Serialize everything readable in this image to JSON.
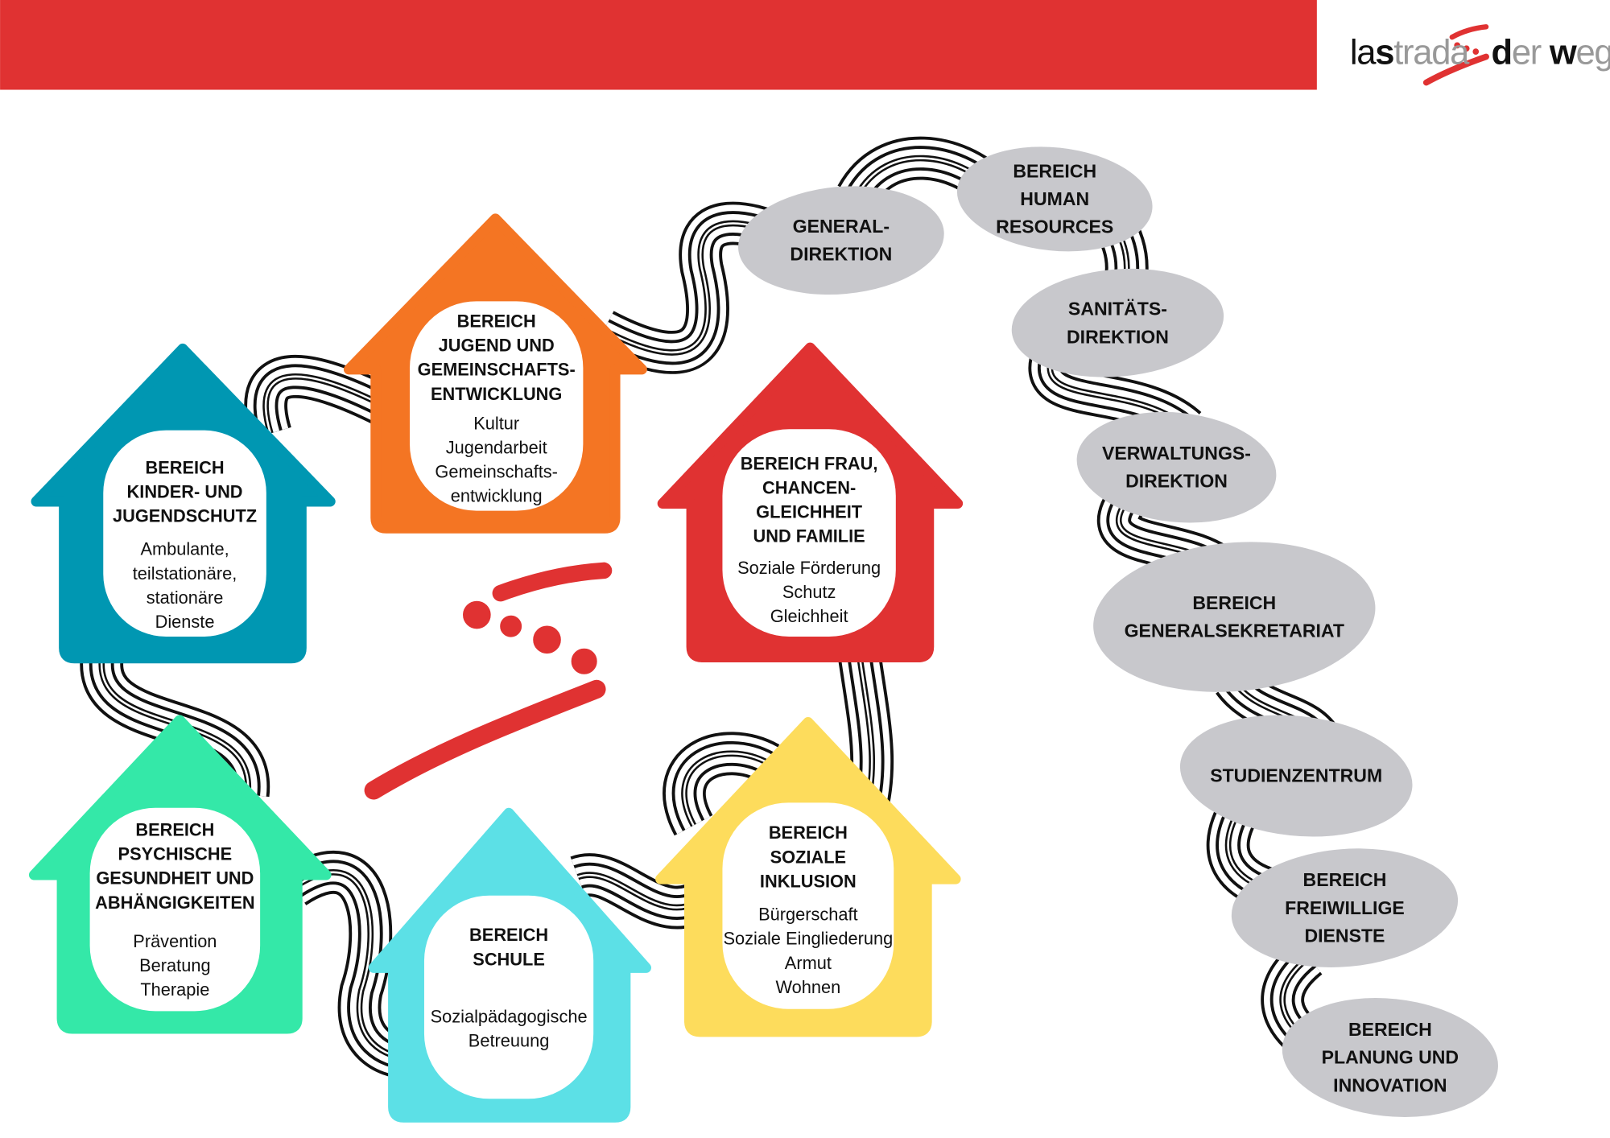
{
  "header": {
    "bar_color": "#e03232",
    "logo": {
      "part1": "la",
      "part2": "s",
      "part3": "trada",
      "part4": "d",
      "part5": "er ",
      "part6": "w",
      "part7": "eg"
    }
  },
  "houses": [
    {
      "id": "kinder-jugendschutz",
      "color": "#0097b2",
      "title": [
        "BEREICH",
        "KINDER- UND",
        "JUGENDSCHUTZ"
      ],
      "items": [
        "Ambulante,",
        "teilstationäre,",
        "stationäre",
        "Dienste"
      ]
    },
    {
      "id": "jugend-gemeinschaft",
      "color": "#f47523",
      "title": [
        "BEREICH",
        "JUGEND UND",
        "GEMEINSCHAFTS-",
        "ENTWICKLUNG"
      ],
      "items": [
        "Kultur",
        "Jugendarbeit",
        "Gemeinschafts-",
        "entwicklung"
      ]
    },
    {
      "id": "frau-chancengleichheit",
      "color": "#e03232",
      "title": [
        "BEREICH FRAU,",
        "CHANCEN-",
        "GLEICHHEIT",
        "UND FAMILIE"
      ],
      "items": [
        "Soziale Förderung",
        "Schutz",
        "Gleichheit"
      ]
    },
    {
      "id": "psychische-gesundheit",
      "color": "#34e8a8",
      "title": [
        "BEREICH",
        "PSYCHISCHE",
        "GESUNDHEIT UND",
        "ABHÄNGIGKEITEN"
      ],
      "items": [
        "Prävention",
        "Beratung",
        "Therapie"
      ]
    },
    {
      "id": "schule",
      "color": "#5ce0e6",
      "title": [
        "BEREICH",
        "SCHULE"
      ],
      "items": [
        "Sozialpädagogische",
        "Betreuung"
      ]
    },
    {
      "id": "soziale-inklusion",
      "color": "#fddc5c",
      "title": [
        "BEREICH",
        "SOZIALE",
        "INKLUSION"
      ],
      "items": [
        "Bürgerschaft",
        "Soziale Eingliederung",
        "Armut",
        "Wohnen"
      ]
    }
  ],
  "stones": [
    {
      "id": "generaldirektion",
      "lines": [
        "GENERAL-",
        "DIREKTION"
      ]
    },
    {
      "id": "human-resources",
      "lines": [
        "BEREICH",
        "HUMAN",
        "RESOURCES"
      ]
    },
    {
      "id": "sanitaetsdirektion",
      "lines": [
        "SANITÄTS-",
        "DIREKTION"
      ]
    },
    {
      "id": "verwaltungsdirektion",
      "lines": [
        "VERWALTUNGS-",
        "DIREKTION"
      ]
    },
    {
      "id": "generalsekretariat",
      "lines": [
        "BEREICH",
        "GENERALSEKRETARIAT"
      ]
    },
    {
      "id": "studienzentrum",
      "lines": [
        "STUDIENZENTRUM"
      ]
    },
    {
      "id": "freiwillige-dienste",
      "lines": [
        "BEREICH",
        "FREIWILLIGE",
        "DIENSTE"
      ]
    },
    {
      "id": "planung-innovation",
      "lines": [
        "BEREICH",
        "PLANUNG UND",
        "INNOVATION"
      ]
    }
  ],
  "stone_color": "#c8c8cc"
}
